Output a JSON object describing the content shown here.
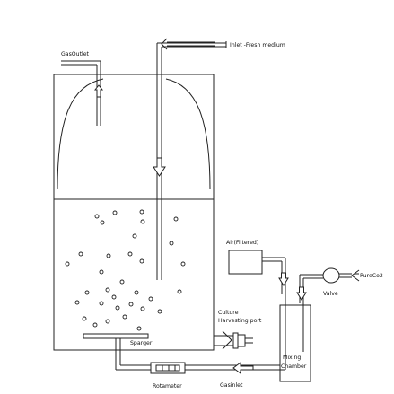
{
  "labels": {
    "gas_outlet": "GasOutlet",
    "inlet_fresh_medium": "Inlet -Fresh medium",
    "air_filtered": "Air(Filtered)",
    "pure_co2": "PureCo2",
    "valve": "Valve",
    "culture_line1": "Culture",
    "culture_line2": "Harvesting port",
    "sparger": "Sparger",
    "mixing_line1": "Mixing",
    "mixing_line2": "Chamber",
    "rotameter": "Rotameter",
    "gas_inlet": "Gasinlet"
  },
  "colors": {
    "stroke": "#222222",
    "background": "#ffffff"
  }
}
